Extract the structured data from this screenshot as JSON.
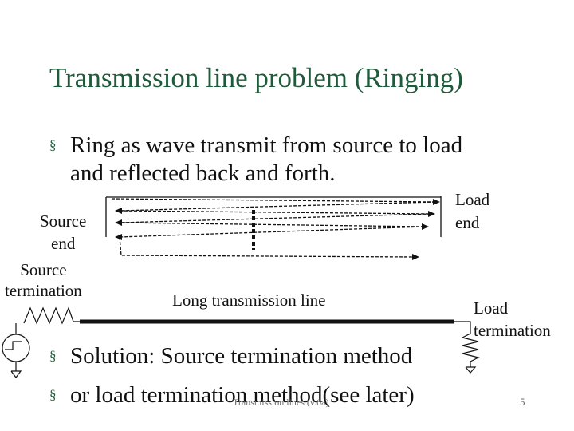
{
  "slide": {
    "title": "Transmission line problem (Ringing)",
    "bullets": [
      {
        "line1": "Ring as wave transmit from source to load",
        "line2": "and reflected back and forth."
      },
      {
        "text": "Solution: Source termination method"
      },
      {
        "text": "or load termination method(see later)"
      }
    ],
    "bullet_symbol": "§",
    "footer": "Transmission lines (v.0a)",
    "page_number": "5"
  },
  "diagram": {
    "source_end": [
      "Source",
      "end"
    ],
    "source_termination": [
      "Source",
      "termination"
    ],
    "load_end": [
      "Load",
      "end"
    ],
    "line_label": "Long transmission line",
    "load_termination": [
      "Load",
      "termination"
    ]
  },
  "colors": {
    "title": "#1f5a3a",
    "text": "#111111",
    "footer": "#6a6a6a"
  }
}
